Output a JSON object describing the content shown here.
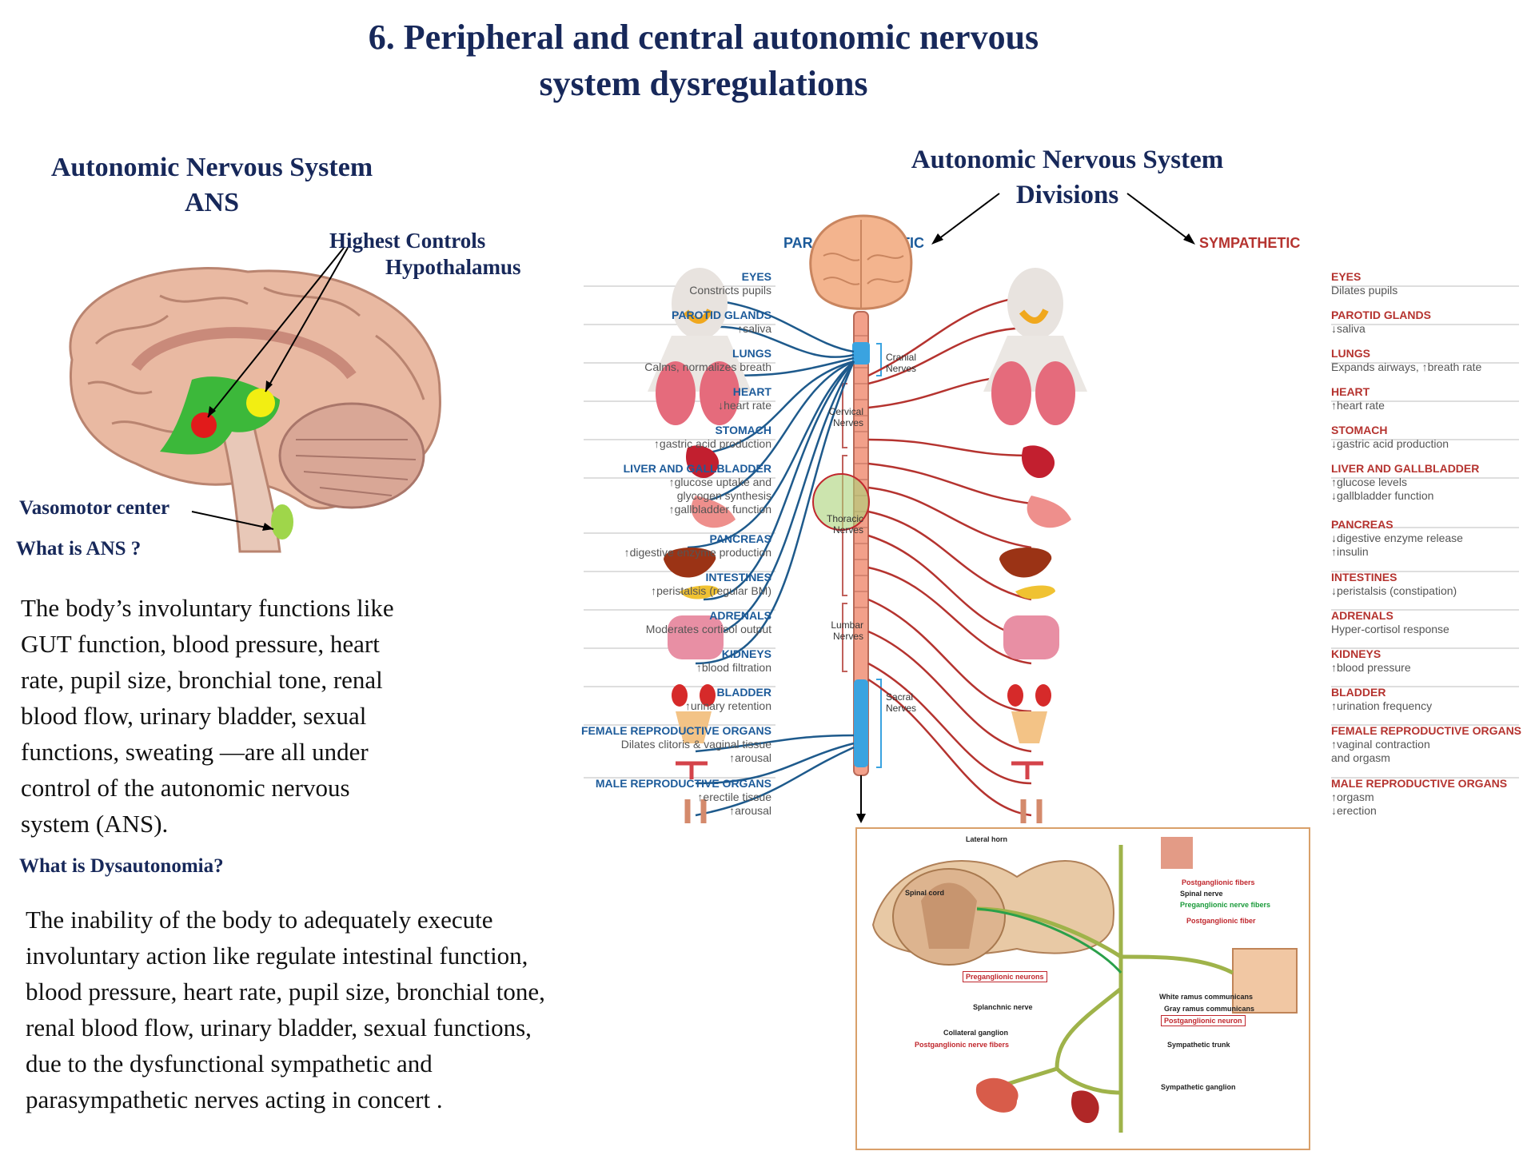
{
  "title_line1": "6. Peripheral and central autonomic nervous",
  "title_line2": "system dysregulations",
  "left": {
    "ans_title_line1": "Autonomic Nervous System",
    "ans_title_line2": "ANS",
    "highest_controls": "Highest Controls",
    "hypothalamus": "Hypothalamus",
    "vasomotor": "Vasomotor center",
    "q1": "What is ANS ?",
    "a1": "The body’s involuntary  functions like\nGUT function, blood pressure, heart\nrate, pupil size, bronchial tone, renal\nblood flow, urinary  bladder, sexual\nfunctions, sweating —are all under\ncontrol of the autonomic nervous\nsystem (ANS).",
    "q2": "What is Dysautonomia?",
    "a2": "The inability  of the body to adequately  execute\ninvoluntary  action like  regulate  intestinal  function,\nblood pressure, heart rate, pupil size, bronchial tone,\nrenal  blood flow, urinary  bladder, sexual functions,\ndue to the dysfunctional sympathetic and\nparasympathetic nerves acting in concert ."
  },
  "right": {
    "divisions_line1": "Autonomic Nervous System",
    "divisions_line2": "Divisions",
    "parasympathetic": "PARASYMPATHETIC",
    "sympathetic": "SYMPATHETIC",
    "para_organs": [
      {
        "name": "EYES",
        "desc": "Constricts pupils"
      },
      {
        "name": "PAROTID GLANDS",
        "desc": "↑saliva"
      },
      {
        "name": "LUNGS",
        "desc": "Calms, normalizes breath"
      },
      {
        "name": "HEART",
        "desc": "↓heart rate"
      },
      {
        "name": "STOMACH",
        "desc": "↑gastric acid production"
      },
      {
        "name": "LIVER AND GALLBLADDER",
        "desc": "↑glucose uptake and\nglycogen synthesis\n↑gallbladder function"
      },
      {
        "name": "PANCREAS",
        "desc": "↑digestive  enzyme production"
      },
      {
        "name": "INTESTINES",
        "desc": "↑peristalsis (regular BM)"
      },
      {
        "name": "ADRENALS",
        "desc": "Moderates cortisol output"
      },
      {
        "name": "KIDNEYS",
        "desc": "↑blood filtration"
      },
      {
        "name": "BLADDER",
        "desc": "↑urinary retention"
      },
      {
        "name": "FEMALE REPRODUCTIVE ORGANS",
        "desc": "Dilates clitoris & vaginal tissue\n↑arousal"
      },
      {
        "name": "MALE REPRODUCTIVE ORGANS",
        "desc": "↑erectile tissue\n↑arousal"
      }
    ],
    "symp_organs": [
      {
        "name": "EYES",
        "desc": "Dilates pupils"
      },
      {
        "name": "PAROTID GLANDS",
        "desc": "↓saliva"
      },
      {
        "name": "LUNGS",
        "desc": "Expands airways, ↑breath rate"
      },
      {
        "name": "HEART",
        "desc": "↑heart rate"
      },
      {
        "name": "STOMACH",
        "desc": "↓gastric acid production"
      },
      {
        "name": "LIVER AND GALLBLADDER",
        "desc": "↑glucose levels\n↓gallbladder function"
      },
      {
        "name": "PANCREAS",
        "desc": "↓digestive enzyme release\n↑insulin"
      },
      {
        "name": "INTESTINES",
        "desc": "↓peristalsis (constipation)"
      },
      {
        "name": "ADRENALS",
        "desc": "Hyper-cortisol response"
      },
      {
        "name": "KIDNEYS",
        "desc": "↑blood pressure"
      },
      {
        "name": "BLADDER",
        "desc": "↑urination frequency"
      },
      {
        "name": "FEMALE REPRODUCTIVE ORGANS",
        "desc": "↑vaginal contraction\n  and orgasm"
      },
      {
        "name": "MALE REPRODUCTIVE ORGANS",
        "desc": "↑orgasm\n↓erection"
      }
    ],
    "spine": {
      "cranial": "Cranial\nNerves",
      "cervical": "Cervical\nNerves",
      "thoracic": "Thoracic\nNerves",
      "lumbar": "Lumbar\nNerves",
      "sacral": "Sacral\nNerves"
    },
    "inset": {
      "lateral_horn": "Lateral horn",
      "spinal_cord": "Spinal cord",
      "postganglionic_fibers": "Postganglionic fibers",
      "spinal_nerve": "Spinal nerve",
      "preganglionic_nerve_fibers": "Preganglionic nerve fibers",
      "postganglionic_fiber": "Postganglionic fiber",
      "preganglionic_neurons": "Preganglionic neurons",
      "white_ramus": "White ramus communicans",
      "gray_ramus": "Gray ramus communicans",
      "splanchnic_nerve": "Splanchnic nerve",
      "postganglionic_neuron": "Postganglionic neuron",
      "collateral_ganglion": "Collateral ganglion",
      "postganglionic_nerve_fibers": "Postganglionic nerve fibers",
      "sympathetic_trunk": "Sympathetic trunk",
      "sympathetic_ganglion": "Sympathetic ganglion"
    }
  }
}
